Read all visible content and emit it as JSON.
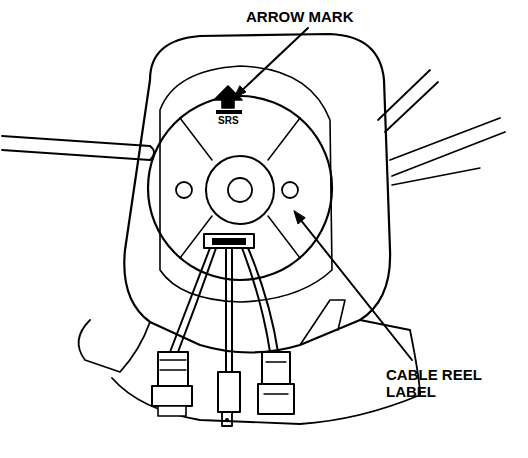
{
  "diagram": {
    "labels": [
      "ARROW MARK",
      "CABLE REEL LABEL",
      "SRS"
    ]
  }
}
